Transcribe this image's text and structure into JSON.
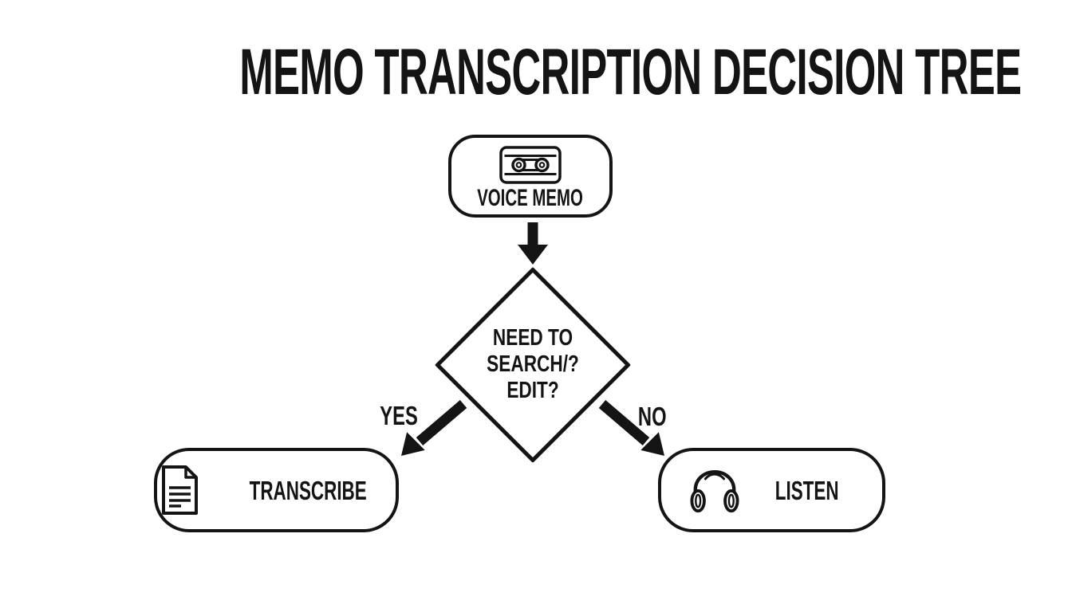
{
  "title": "MEMO TRANSCRIPTION DECISION TREE",
  "colors": {
    "ink": "#141414",
    "background": "#ffffff"
  },
  "flowchart": {
    "start": {
      "label": "VOICE MEMO",
      "icon": "cassette-tape-icon"
    },
    "decision": {
      "lines": [
        "NEED TO",
        "SEARCH/?",
        "EDIT?"
      ]
    },
    "edges": {
      "yes": "YES",
      "no": "NO"
    },
    "outcomes": {
      "transcribe": {
        "label": "TRANSCRIBE",
        "icon": "document-icon"
      },
      "listen": {
        "label": "LISTEN",
        "icon": "headphones-icon"
      }
    }
  }
}
